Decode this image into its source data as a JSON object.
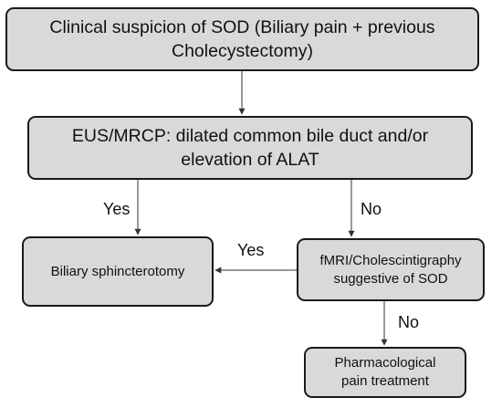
{
  "diagram": {
    "nodes": {
      "suspicion": "Clinical suspicion of SOD (Biliary pain + previous\nCholecystectomy)",
      "imaging": "EUS/MRCP: dilated common bile duct and/or\nelevation of ALAT",
      "sphincterotomy": "Biliary sphincterotomy",
      "fmri": "fMRI/Cholescintigraphy\nsuggestive of SOD",
      "pharma": "Pharmacological\npain treatment"
    },
    "edge_labels": {
      "imaging_yes": "Yes",
      "imaging_no": "No",
      "fmri_yes": "Yes",
      "fmri_no": "No"
    }
  }
}
